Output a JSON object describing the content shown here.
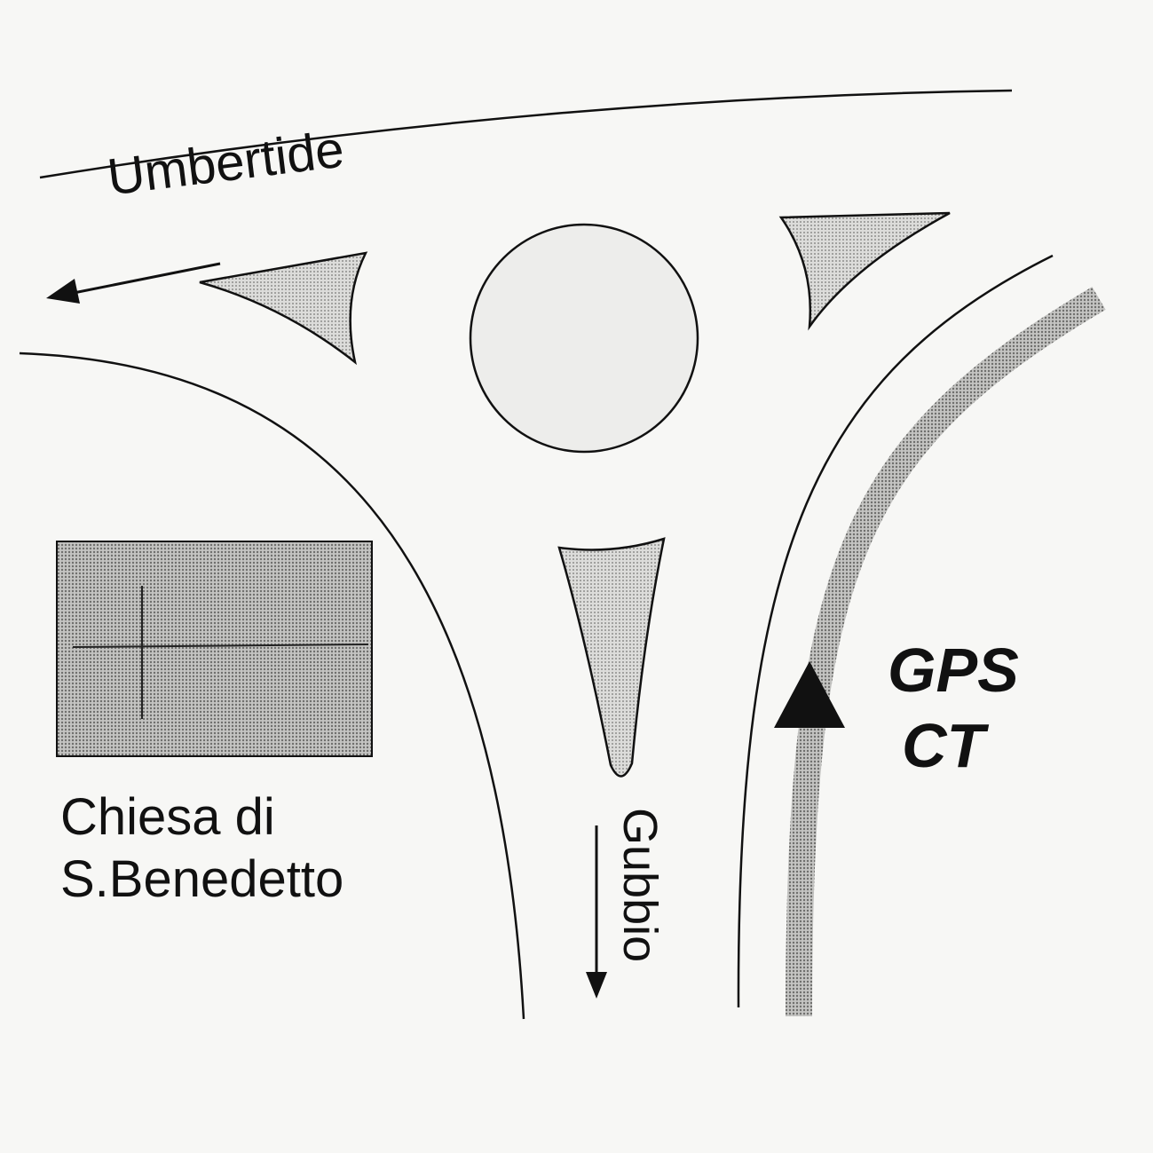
{
  "map": {
    "labels": {
      "umbertide": "Umbertide",
      "church_line1": "Chiesa di",
      "church_line2": "S.Benedetto",
      "gubbio": "Gubbio",
      "gps": "GPS",
      "ct": "CT"
    },
    "icons": {
      "arrow_umbertide": "arrow-left-icon",
      "arrow_gubbio": "arrow-down-icon",
      "gps_marker": "triangle-up-icon"
    },
    "colors": {
      "ink": "#111111",
      "paper": "#f7f7f5",
      "shade": "#c8c8c6",
      "track": "#b5b5b3"
    }
  }
}
